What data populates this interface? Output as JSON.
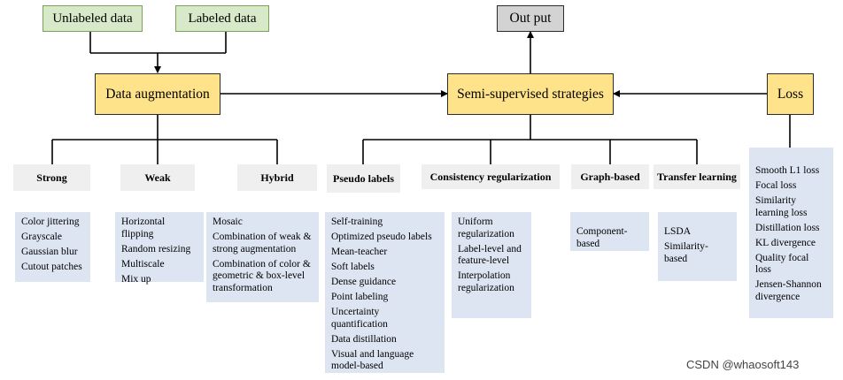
{
  "inputs": {
    "unlabeled": "Unlabeled data",
    "labeled": "Labeled data"
  },
  "output": "Out put",
  "augmentation": {
    "title": "Data augmentation",
    "categories": [
      {
        "label": "Strong",
        "items": [
          "Color jittering",
          "Grayscale",
          "Gaussian blur",
          "Cutout patches"
        ]
      },
      {
        "label": "Weak",
        "items": [
          "Horizontal flipping",
          "Random resizing",
          "Multiscale",
          "Mix up"
        ]
      },
      {
        "label": "Hybrid",
        "items": [
          "Mosaic",
          "Combination of weak & strong augmentation",
          "Combination of color & geometric & box-level transformation"
        ]
      }
    ]
  },
  "strategies": {
    "title": "Semi-supervised strategies",
    "categories": [
      {
        "label": "Pseudo labels",
        "items": [
          "Self-training",
          "Optimized pseudo labels",
          "Mean-teacher",
          "Soft labels",
          "Dense guidance",
          "Point labeling",
          "Uncertainty quantification",
          "Data distillation",
          "Visual and language model-based"
        ]
      },
      {
        "label": "Consistency regularization",
        "items": [
          "Uniform regularization",
          "Label-level and feature-level",
          "Interpolation regularization"
        ]
      },
      {
        "label": "Graph-based",
        "items": [
          "Component-based"
        ]
      },
      {
        "label": "Transfer learning",
        "items": [
          "LSDA",
          "Similarity-based"
        ]
      }
    ]
  },
  "loss": {
    "title": "Loss",
    "items": [
      "Smooth L1 loss",
      "Focal loss",
      "Similarity learning loss",
      "Distillation loss",
      "KL divergence",
      "Quality focal loss",
      "Jensen-Shannon divergence"
    ]
  },
  "watermark": "CSDN @whaosoft143"
}
